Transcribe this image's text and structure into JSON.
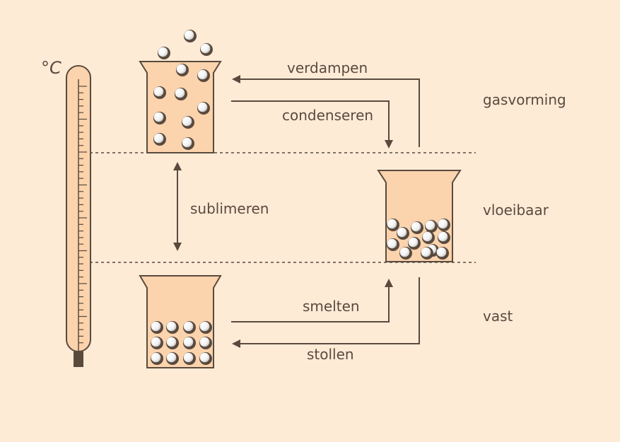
{
  "colors": {
    "background": "#fdebd6",
    "line": "#5a4a3e",
    "beaker_fill": "#fbd3ac",
    "particle": "#ffffff"
  },
  "thermometer": {
    "unit_label": "°C"
  },
  "states": {
    "gas": "gasvorming",
    "liquid": "vloeibaar",
    "solid": "vast"
  },
  "processes": {
    "evaporate": "verdampen",
    "condense": "condenseren",
    "sublimate": "sublimeren",
    "melt": "smelten",
    "solidify": "stollen"
  },
  "icons": {
    "beaker": "beaker-icon",
    "particle": "particle-icon",
    "thermometer": "thermometer-icon",
    "arrow": "arrow-icon"
  }
}
